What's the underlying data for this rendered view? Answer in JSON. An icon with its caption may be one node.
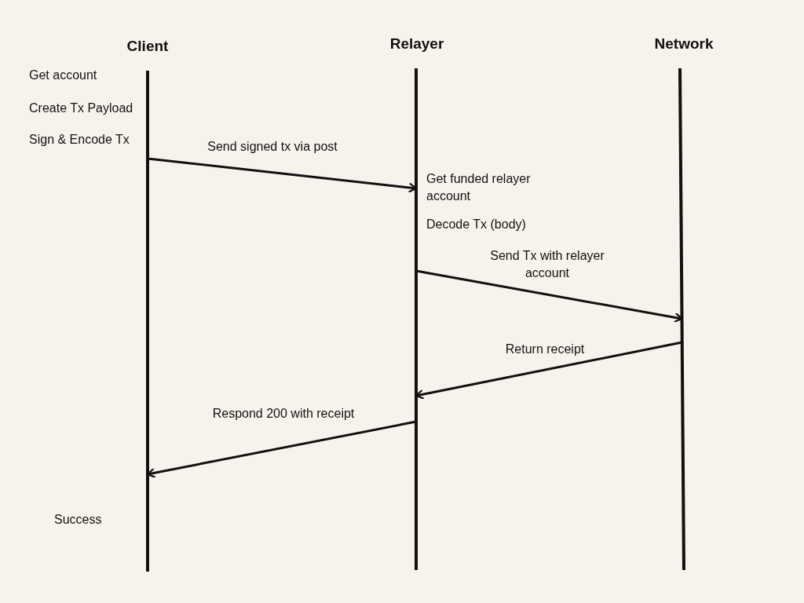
{
  "diagram": {
    "nodes": [
      {
        "text": [
          "Client"
        ]
      },
      {
        "text": [
          "Relayer"
        ]
      },
      {
        "text": [
          "Network"
        ]
      }
    ],
    "edges": [
      {
        "from": 0,
        "to": 1,
        "arrow": "to",
        "label": "Send signed tx via post"
      },
      {
        "from": 1,
        "to": 2,
        "arrow": "to",
        "label": "Send Tx with relayer account"
      },
      {
        "from": 2,
        "to": 1,
        "arrow": "to",
        "label": "Return receipt"
      },
      {
        "from": 1,
        "to": 0,
        "arrow": "to",
        "label": "Respond 200 with receipt"
      }
    ],
    "labels": [
      "Get account",
      "Create Tx Payload",
      "Sign & Encode Tx",
      "Get funded relayer account",
      "Decode Tx (body)",
      "Success"
    ]
  }
}
